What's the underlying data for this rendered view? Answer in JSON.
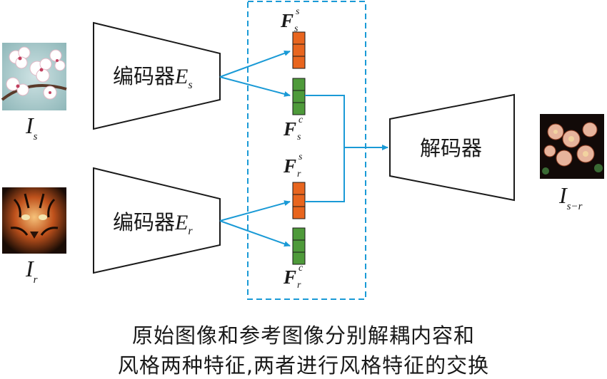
{
  "encoder_s": {
    "label": "编码器",
    "sym": "E",
    "sub": "s"
  },
  "encoder_r": {
    "label": "编码器",
    "sym": "E",
    "sub": "r"
  },
  "decoder": {
    "label": "解码器"
  },
  "inputs": {
    "is": {
      "sym": "I",
      "sub": "s",
      "image": "cherry-blossom-photo"
    },
    "ir": {
      "sym": "I",
      "sub": "r",
      "image": "tiger-photo"
    }
  },
  "output": {
    "sym": "I",
    "sub": "s−r",
    "image": "stylized-flower-photo"
  },
  "features": {
    "fs_s": {
      "sym": "F",
      "sub": "s",
      "sup": "s"
    },
    "fs_c": {
      "sym": "F",
      "sub": "s",
      "sup": "c"
    },
    "fr_s": {
      "sym": "F",
      "sub": "r",
      "sup": "s"
    },
    "fr_c": {
      "sym": "F",
      "sub": "r",
      "sup": "c"
    }
  },
  "caption": {
    "line1": "原始图像和参考图像分别解耦内容和",
    "line2": "风格两种特征,两者进行风格特征的交换"
  },
  "colors": {
    "arrow": "#1a9ad6",
    "style_feature": "#e8651e",
    "content_feature": "#4e9a3a",
    "dashed_box": "#1a9ad6",
    "shape_stroke": "#1a1a1a"
  }
}
